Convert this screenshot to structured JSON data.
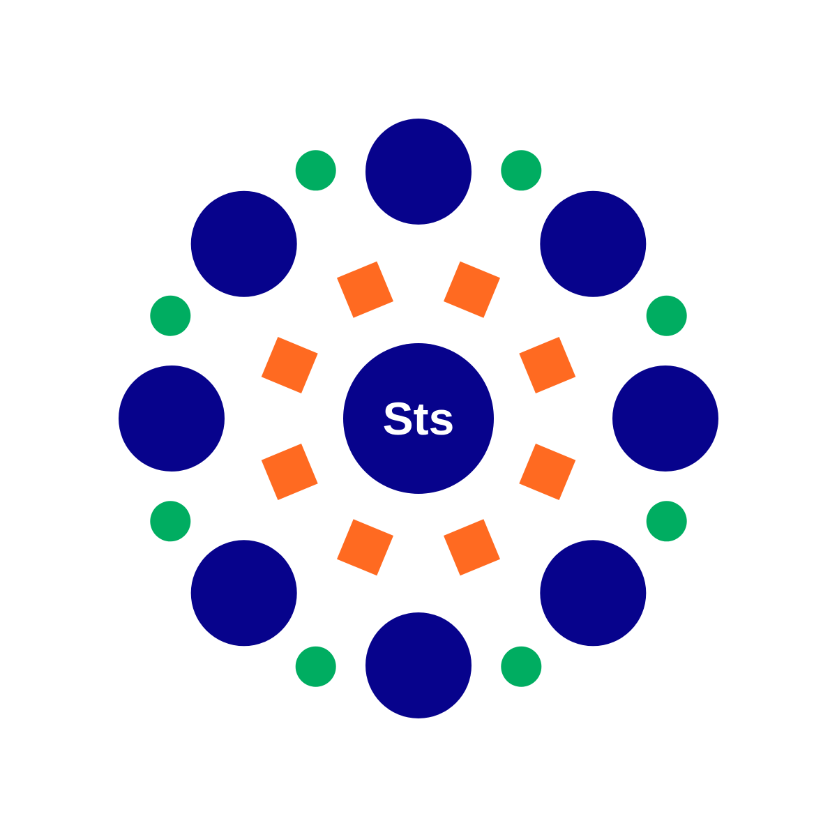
{
  "logo": {
    "center_text": "Sts",
    "colors": {
      "background": "#ffffff",
      "navy": "#07038c",
      "orange": "#ff6a21",
      "green": "#00ad61",
      "label": "#ffffff"
    },
    "rings": {
      "large_circles": 8,
      "green_dots": 8,
      "orange_diamonds": 8
    }
  }
}
